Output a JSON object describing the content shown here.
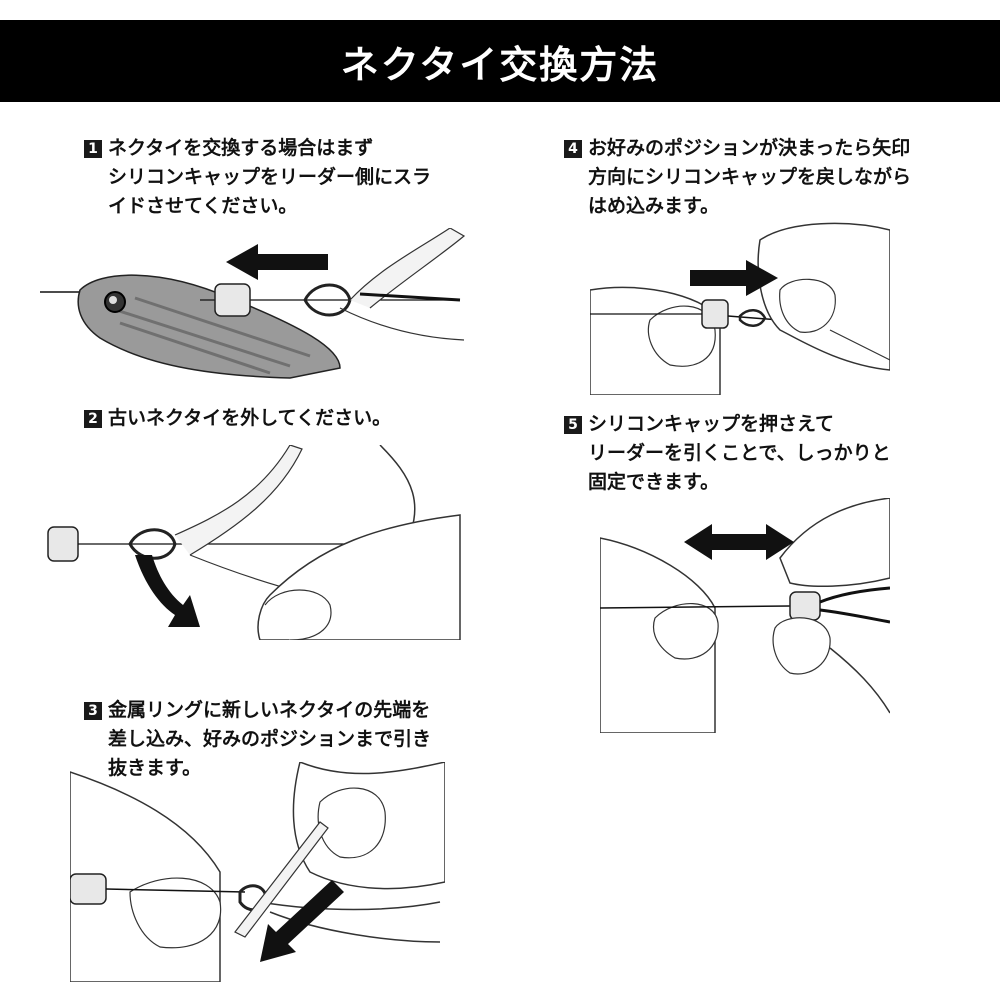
{
  "title": "ネクタイ交換方法",
  "steps": [
    {
      "num": "1",
      "lines": [
        "ネクタイを交換する場合はまず",
        "シリコンキャップをリーダー側にスラ",
        "イドさせてください。"
      ]
    },
    {
      "num": "2",
      "lines": [
        "古いネクタイを外してください。"
      ]
    },
    {
      "num": "3",
      "lines": [
        "金属リングに新しいネクタイの先端を",
        "差し込み、好みのポジションまで引き",
        "抜きます。"
      ]
    },
    {
      "num": "4",
      "lines": [
        "お好みのポジションが決まったら矢印",
        "方向にシリコンキャップを戻しながら",
        "はめ込みます。"
      ]
    },
    {
      "num": "5",
      "lines": [
        "シリコンキャップを押さえて",
        "リーダーを引くことで、しっかりと",
        "固定できます。"
      ]
    }
  ],
  "colors": {
    "title_bg": "#000000",
    "title_text": "#ffffff",
    "ink": "#111111"
  }
}
